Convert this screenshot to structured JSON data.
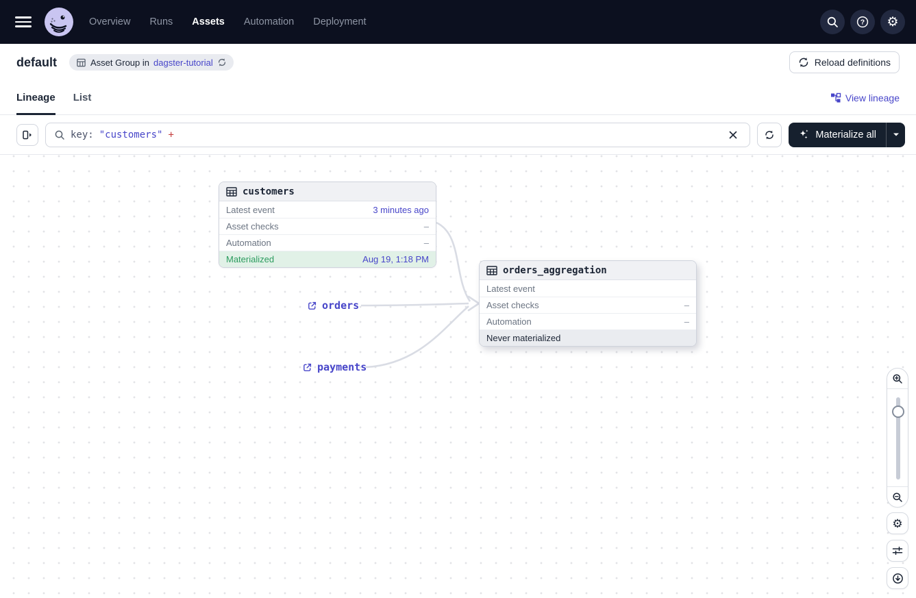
{
  "navbar": {
    "items": [
      "Overview",
      "Runs",
      "Assets",
      "Automation",
      "Deployment"
    ],
    "active_item": "Assets",
    "icons": [
      "hamburger-icon",
      "dagster-logo",
      "search-icon",
      "help-icon",
      "gear-icon"
    ]
  },
  "header": {
    "title": "default",
    "badge": {
      "prefix": "Asset Group in",
      "link": "dagster-tutorial",
      "icons": [
        "asset-group-icon",
        "sync-icon"
      ]
    },
    "reload_button": "Reload definitions"
  },
  "tabs": {
    "lineage": "Lineage",
    "list": "List",
    "active": "Lineage",
    "view_lineage": "View lineage"
  },
  "toolbar": {
    "search": {
      "prefix": "key:",
      "value": "\"customers\"",
      "operator": "+"
    },
    "materialize_label": "Materialize all",
    "icons": [
      "panel-collapse-icon",
      "search-icon",
      "clear-icon",
      "refresh-icon",
      "sparkle-icon",
      "caret-down-icon"
    ]
  },
  "graph": {
    "nodes": [
      {
        "title": "customers",
        "rows": [
          {
            "label": "Latest event",
            "value": "3 minutes ago"
          },
          {
            "label": "Asset checks",
            "value": "–"
          },
          {
            "label": "Automation",
            "value": "–"
          },
          {
            "label": "Materialized",
            "value": "Aug 19, 1:18 PM"
          }
        ]
      },
      {
        "title": "orders_aggregation",
        "rows": [
          {
            "label": "Latest event",
            "value": ""
          },
          {
            "label": "Asset checks",
            "value": "–"
          },
          {
            "label": "Automation",
            "value": "–"
          },
          {
            "label": "Never materialized",
            "value": ""
          }
        ]
      }
    ],
    "external_assets": [
      "orders",
      "payments"
    ],
    "controls_icons": [
      "zoom-in-icon",
      "zoom-out-icon",
      "zoom-slider",
      "gear-icon",
      "filters-icon",
      "recenter-icon"
    ]
  },
  "colors": {
    "nav_bg": "#0c101f",
    "link_indigo": "#4745c9",
    "materialized_green": "#2b9b5e",
    "materialized_bg": "#e1f1e7",
    "never_materialized_bg": "#eaecf0",
    "operator_red": "#c43e3e",
    "edge_gray": "#d9dce4",
    "button_dark": "#16202e"
  }
}
